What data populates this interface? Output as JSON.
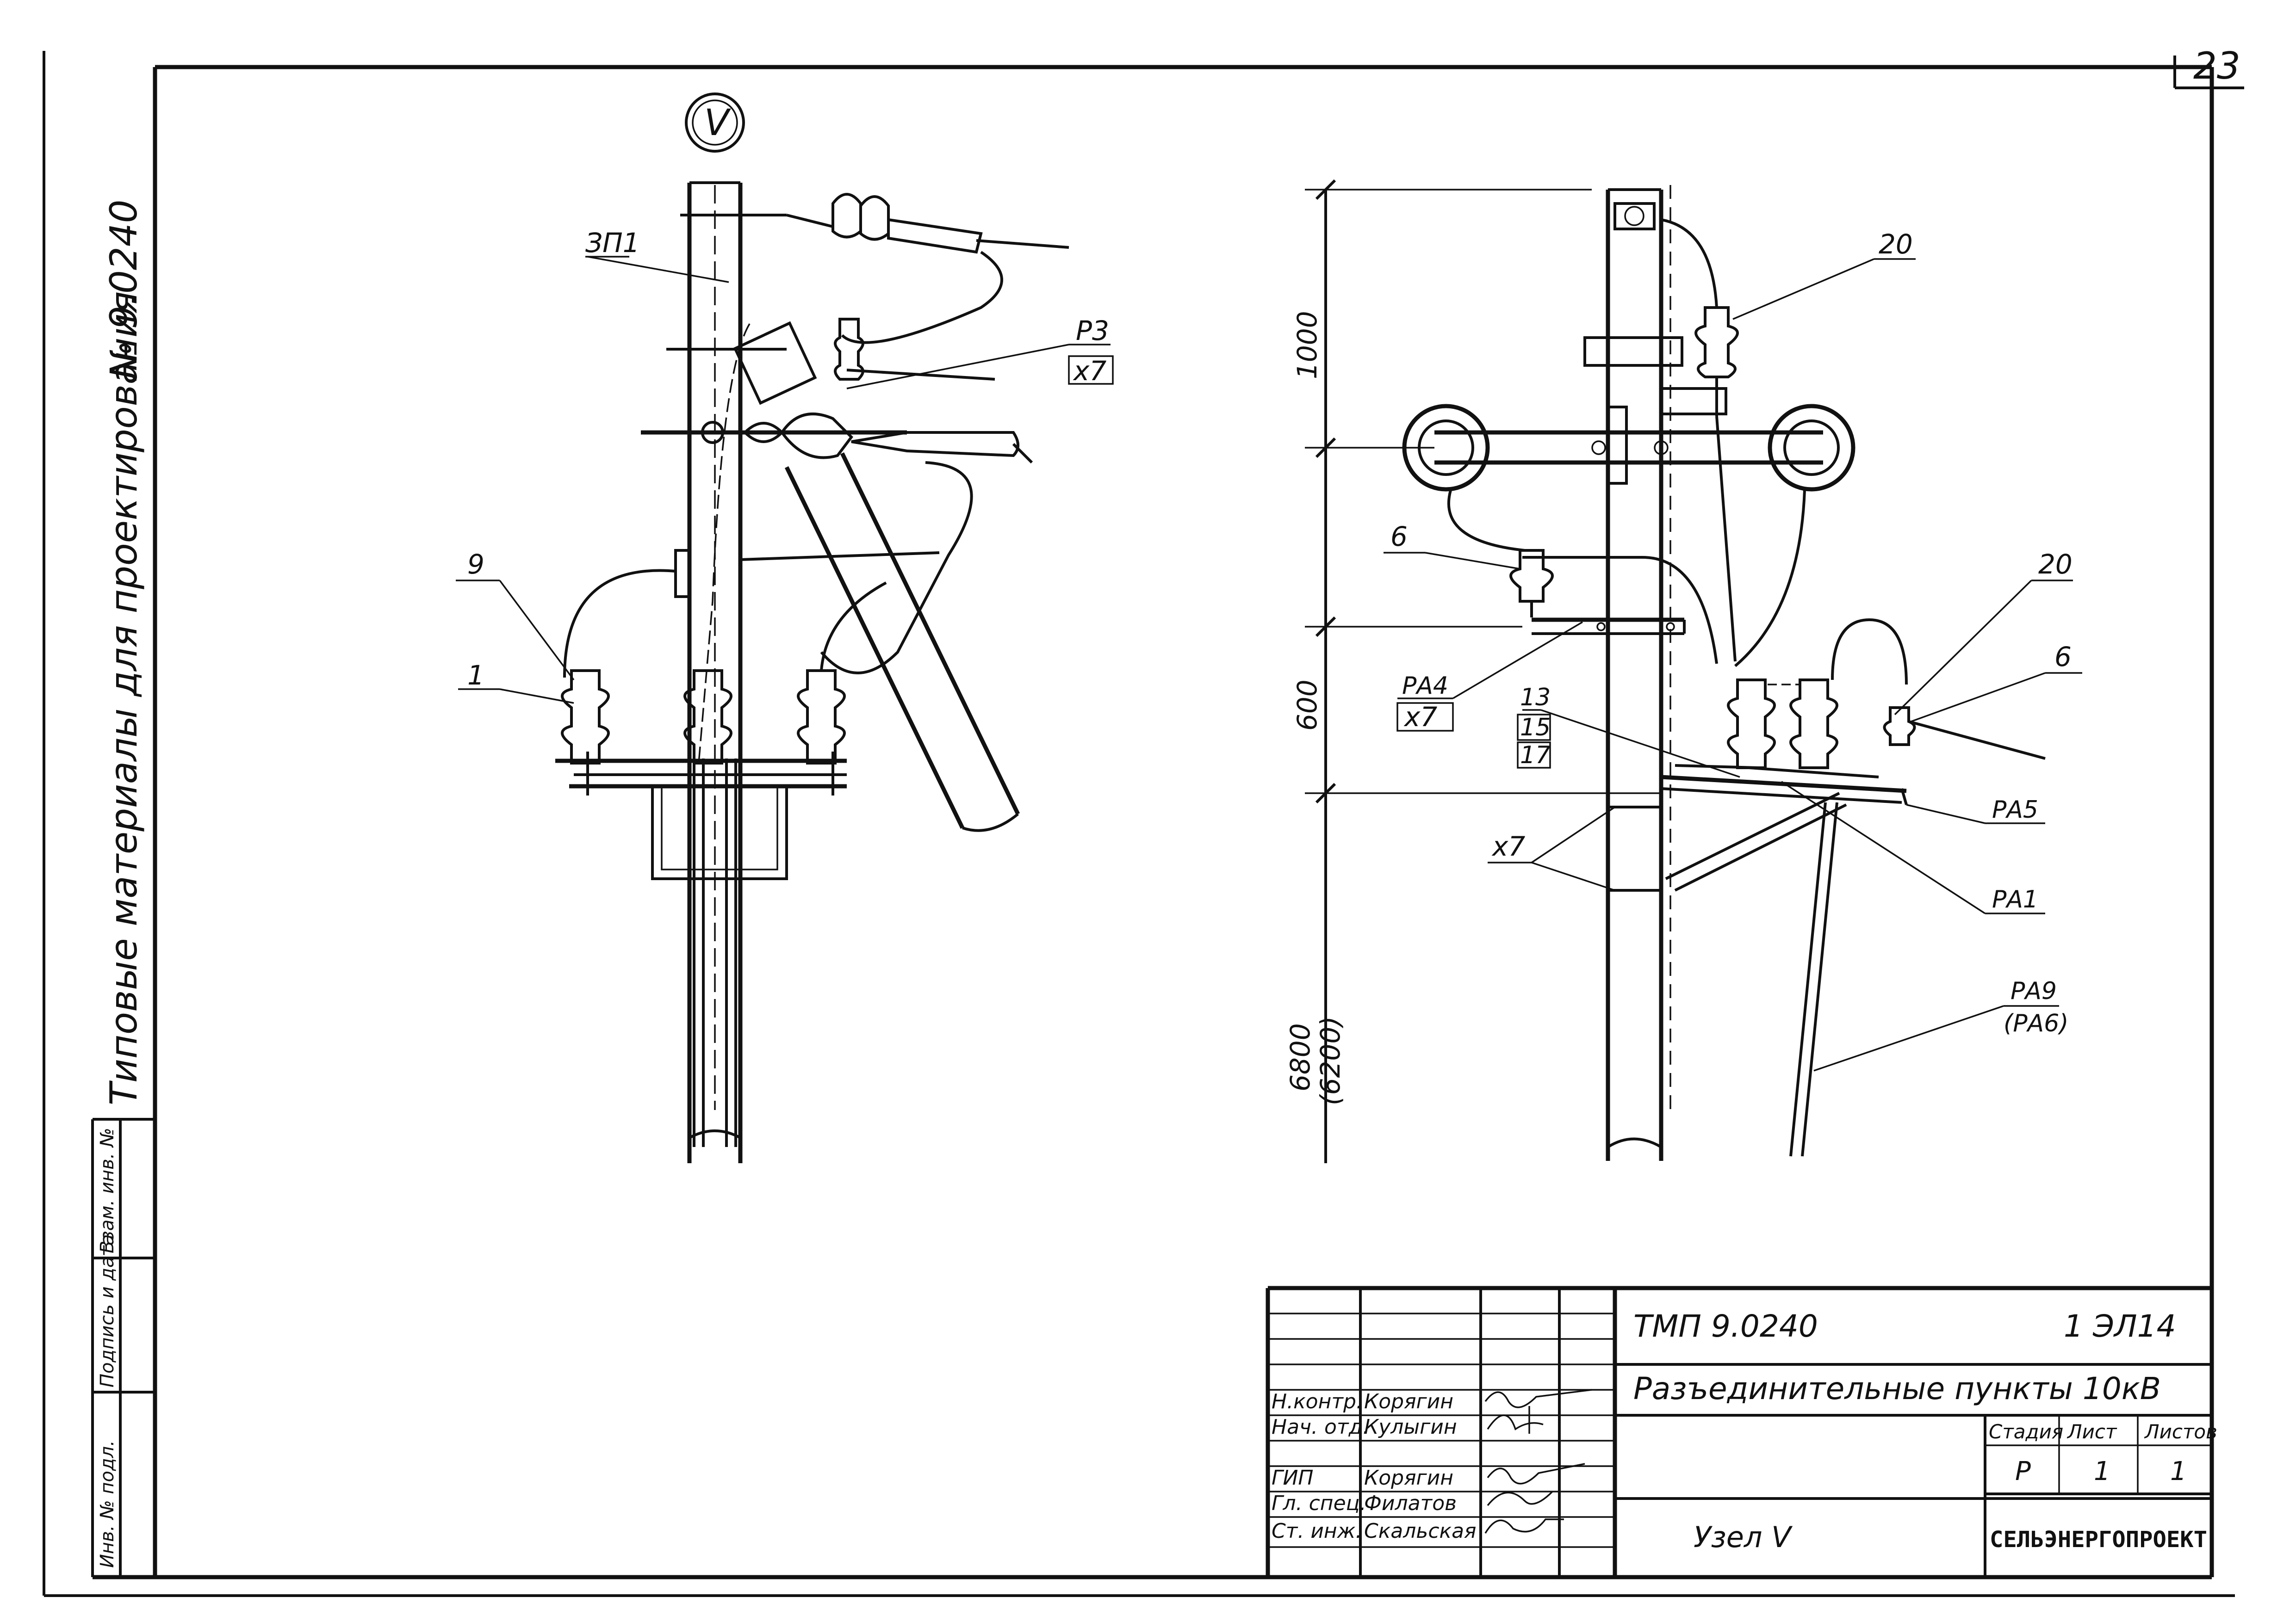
{
  "page": {
    "page_number": "23",
    "document_code": "ТМП 9.0240",
    "sheet_code": "1 ЭЛ14",
    "title": "Разъединительные пункты 10кВ",
    "subtitle": "Узел V",
    "organization": "СЕЛЬЭНЕРГОПРОЕКТ"
  },
  "side_strip": {
    "series_title": "Типовые материалы для проектирования",
    "series_number": "№ 9.0240",
    "inv_original": "Инв. № подл.",
    "sign_date": "Подпись и дата",
    "replace_inv": "Взам. инв. №"
  },
  "title_block": {
    "stage_label": "Стадия",
    "sheet_label": "Лист",
    "sheets_label": "Листов",
    "stage_value": "Р",
    "sheet_value": "1",
    "sheets_value": "1",
    "staff": [
      {
        "role": "Н.контр.",
        "name": "Корягин"
      },
      {
        "role": "Нач. отд.",
        "name": "Кулыгин"
      },
      {
        "role": "ГИП",
        "name": "Корягин"
      },
      {
        "role": "Гл. спец.",
        "name": "Филатов"
      },
      {
        "role": "Ст. инж.",
        "name": "Скальская"
      }
    ]
  },
  "left_view": {
    "view_mark": "V",
    "labels": {
      "zp1": "ЗП1",
      "r3": "Р3",
      "x7": "x7",
      "n9": "9",
      "n1": "1"
    }
  },
  "right_view": {
    "dims": {
      "d1000": "1000",
      "d600": "600",
      "d6800": "6800",
      "d6200": "(6200)"
    },
    "labels": {
      "n20a": "20",
      "n20b": "20",
      "n6a": "6",
      "n6b": "6",
      "ra4": "РА4",
      "x7a": "x7",
      "n13": "13",
      "n15": "15",
      "n17": "17",
      "x7b": "x7",
      "ra5": "РА5",
      "ra1": "РА1",
      "ra9": "РА9",
      "ra6": "(РА6)"
    }
  },
  "colors": {
    "ink": "#111111",
    "paper": "#ffffff"
  }
}
